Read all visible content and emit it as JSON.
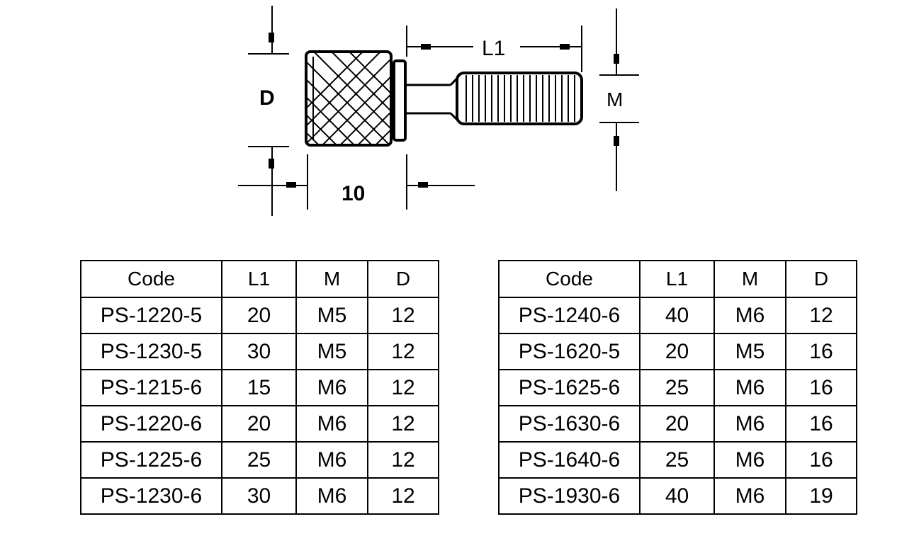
{
  "drawing": {
    "labels": {
      "d": "D",
      "l1": "L1",
      "m": "M",
      "head_length": "10"
    }
  },
  "tables": [
    {
      "headers": [
        "Code",
        "L1",
        "M",
        "D"
      ],
      "rows": [
        [
          "PS-1220-5",
          "20",
          "M5",
          "12"
        ],
        [
          "PS-1230-5",
          "30",
          "M5",
          "12"
        ],
        [
          "PS-1215-6",
          "15",
          "M6",
          "12"
        ],
        [
          "PS-1220-6",
          "20",
          "M6",
          "12"
        ],
        [
          "PS-1225-6",
          "25",
          "M6",
          "12"
        ],
        [
          "PS-1230-6",
          "30",
          "M6",
          "12"
        ]
      ]
    },
    {
      "headers": [
        "Code",
        "L1",
        "M",
        "D"
      ],
      "rows": [
        [
          "PS-1240-6",
          "40",
          "M6",
          "12"
        ],
        [
          "PS-1620-5",
          "20",
          "M5",
          "16"
        ],
        [
          "PS-1625-6",
          "25",
          "M6",
          "16"
        ],
        [
          "PS-1630-6",
          "20",
          "M6",
          "16"
        ],
        [
          "PS-1640-6",
          "25",
          "M6",
          "16"
        ],
        [
          "PS-1930-6",
          "40",
          "M6",
          "19"
        ]
      ]
    }
  ]
}
